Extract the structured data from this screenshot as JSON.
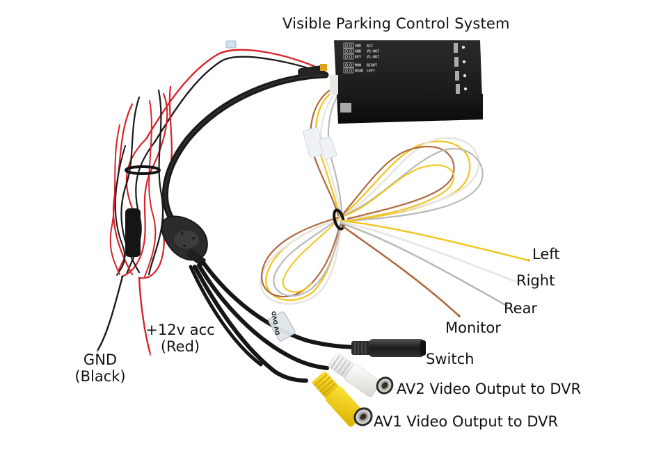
{
  "title": "Visible Parking Control System",
  "device": {
    "name": "parking-control-box",
    "panel_labels": [
      {
        "left": "GND",
        "right": "ACC"
      },
      {
        "left": "GND",
        "right": "V2-OUT"
      },
      {
        "left": "KEY",
        "right": "V1-OUT"
      },
      {
        "left": "MON",
        "right": "RIGHT"
      },
      {
        "left": "REAR",
        "right": "LEFT"
      }
    ],
    "color": "#1c1c1e"
  },
  "cable_tag": "DV DVD",
  "labels": {
    "left": "Left",
    "right": "Right",
    "rear": "Rear",
    "monitor": "Monitor",
    "gnd_line1": "GND",
    "gnd_line2": "(Black)",
    "acc_line1": "+12v acc",
    "acc_line2": "(Red)",
    "switch": "Switch",
    "av2": "AV2 Video Output to DVR",
    "av1": "AV1 Video Output to DVR"
  },
  "wire_colors": {
    "red": "#d8232a",
    "black": "#1a1a1a",
    "yellow": "#f0c419",
    "white": "#e8e6e0",
    "grey": "#b9b9b9",
    "brown": "#b0683e"
  }
}
